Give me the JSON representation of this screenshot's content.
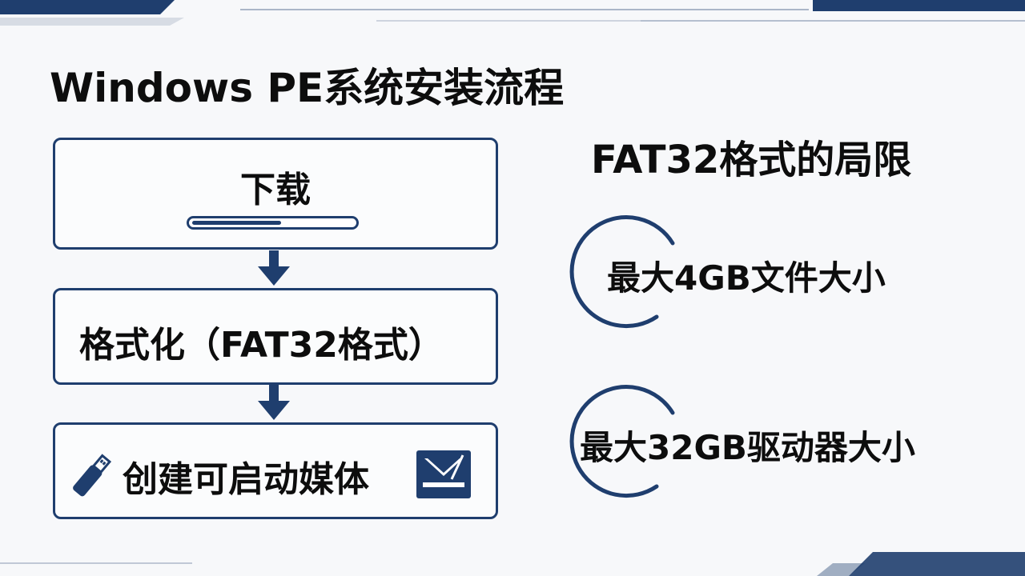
{
  "title": "Windows PE系统安装流程",
  "steps": [
    {
      "label": "下载",
      "icon": "progress-bar",
      "progress": 0.55
    },
    {
      "label": "格式化（FAT32格式）"
    },
    {
      "label": "创建可启动媒体",
      "icons": [
        "usb-drive-icon",
        "bootable-media-icon"
      ]
    }
  ],
  "limits_panel": {
    "title": "FAT32格式的局限",
    "items": [
      {
        "label": "最大4GB文件大小"
      },
      {
        "label": "最大32GB驱动器大小"
      }
    ]
  },
  "colors": {
    "accent": "#1f3e6e",
    "background": "#f7f8fa",
    "text": "#0d0d0d"
  }
}
